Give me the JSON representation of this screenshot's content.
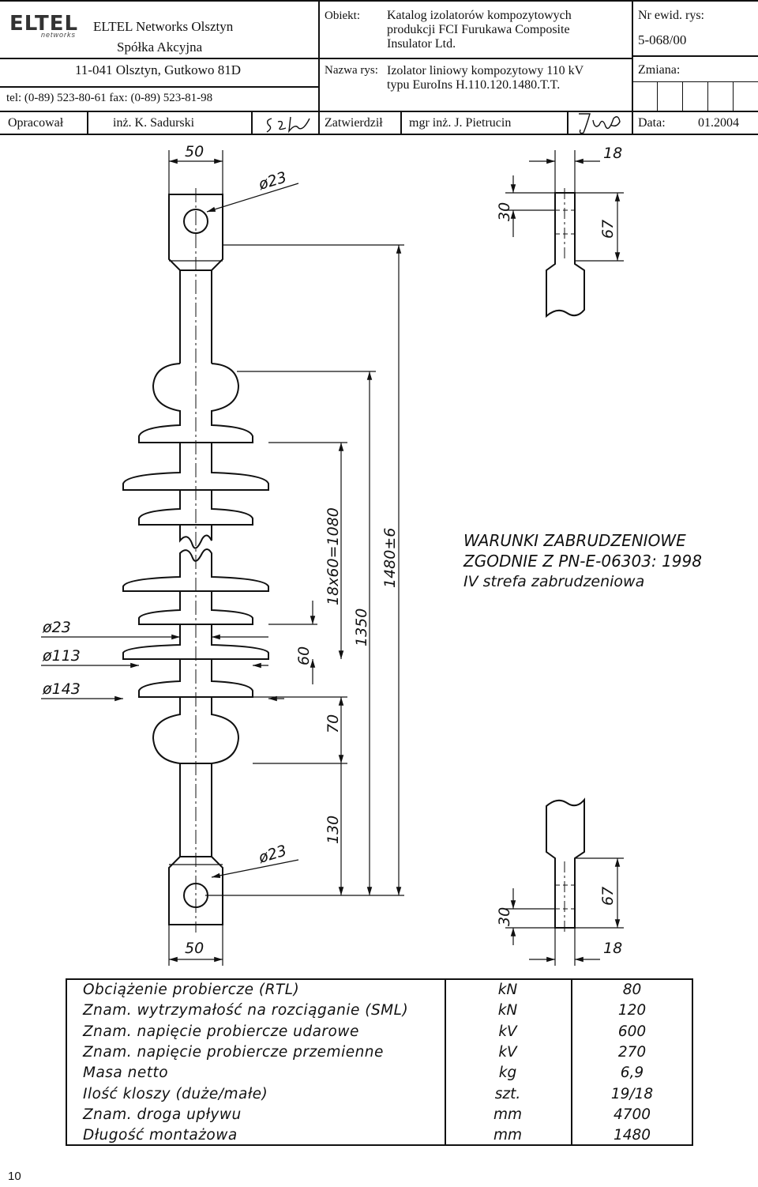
{
  "title_block": {
    "logo_text": "ELTEL",
    "logo_sub": "networks",
    "company_name": "ELTEL Networks Olsztyn",
    "company_type": "Spółka Akcyjna",
    "company_address": "11-041 Olsztyn, Gutkowo 81D",
    "company_phone": "tel: (0-89) 523-80-61 fax: (0-89) 523-81-98",
    "object_label": "Obiekt:",
    "object_value_1": "Katalog izolatorów kompozytowych",
    "object_value_2": "produkcji FCI Furukawa Composite",
    "object_value_3": "Insulator Ltd.",
    "drawing_name_label": "Nazwa rys:",
    "drawing_name_1": "Izolator liniowy kompozytowy 110 kV",
    "drawing_name_2": "typu EuroIns H.110.120.1480.T.T.",
    "reg_no_label": "Nr ewid. rys:",
    "reg_no_value": "5-068/00",
    "change_label": "Zmiana:",
    "prepared_label": "Opracował",
    "prepared_by": "inż. K. Sadurski",
    "approved_label": "Zatwierdził",
    "approved_by": "mgr inż. J. Pietrucin",
    "date_label": "Data:",
    "date_value": "01.2004"
  },
  "dimensions": {
    "top_width": "50",
    "top_hole": "ø23",
    "side_top_width": "18",
    "side_top_30": "30",
    "side_top_67": "67",
    "shed_pitch": "18x60=1080",
    "dim_60": "60",
    "dim_1350": "1350",
    "dim_1480": "1480±6",
    "dim_70": "70",
    "dim_130": "130",
    "rod_dia": "ø23",
    "shed_small": "ø113",
    "shed_large": "ø143",
    "bottom_hole": "ø23",
    "bottom_width": "50",
    "side_bottom_30": "30",
    "side_bottom_67": "67",
    "side_bottom_width": "18"
  },
  "notes": {
    "line_1": "WARUNKI ZABRUDZENIOWE",
    "line_2": "ZGODNIE Z PN-E-06303: 1998",
    "line_3": "IV strefa zabrudzeniowa"
  },
  "spec_table": [
    {
      "label": "Obciążenie probiercze (RTL)",
      "unit": "kN",
      "value": "80"
    },
    {
      "label": "Znam. wytrzymałość na rozciąganie (SML)",
      "unit": "kN",
      "value": "120"
    },
    {
      "label": "Znam. napięcie probiercze udarowe",
      "unit": "kV",
      "value": "600"
    },
    {
      "label": "Znam. napięcie probiercze przemienne",
      "unit": "kV",
      "value": "270"
    },
    {
      "label": "Masa netto",
      "unit": "kg",
      "value": "6,9"
    },
    {
      "label": "Ilość kloszy (duże/małe)",
      "unit": "szt.",
      "value": "19/18"
    },
    {
      "label": "Znam. droga upływu",
      "unit": "mm",
      "value": "4700"
    },
    {
      "label": "Długość montażowa",
      "unit": "mm",
      "value": "1480"
    }
  ],
  "page_number": "10"
}
